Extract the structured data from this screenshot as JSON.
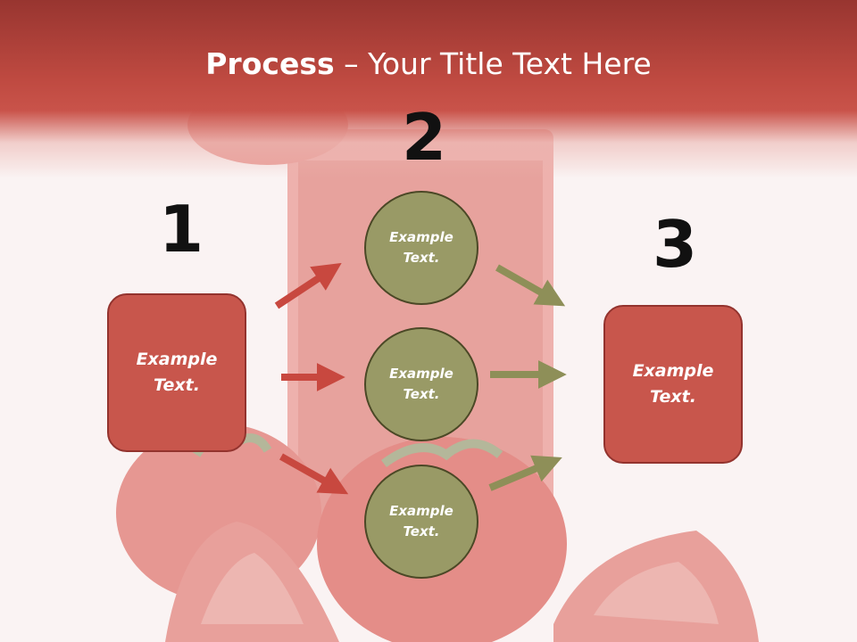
{
  "title": {
    "bold": "Process",
    "rest": " – Your Title Text Here"
  },
  "steps": {
    "one": "1",
    "two": "2",
    "three": "3"
  },
  "box_left": {
    "line1": "Example",
    "line2": "Text."
  },
  "box_right": {
    "line1": "Example",
    "line2": "Text."
  },
  "circle_top": {
    "line1": "Example",
    "line2": "Text."
  },
  "circle_middle": {
    "line1": "Example",
    "line2": "Text."
  },
  "circle_bottom": {
    "line1": "Example",
    "line2": "Text."
  },
  "colors": {
    "header": "#c34e45",
    "box": "#c8564c",
    "circle": "#999a66",
    "red_arrow": "#c8483f",
    "olive_arrow": "#8e8f58"
  }
}
